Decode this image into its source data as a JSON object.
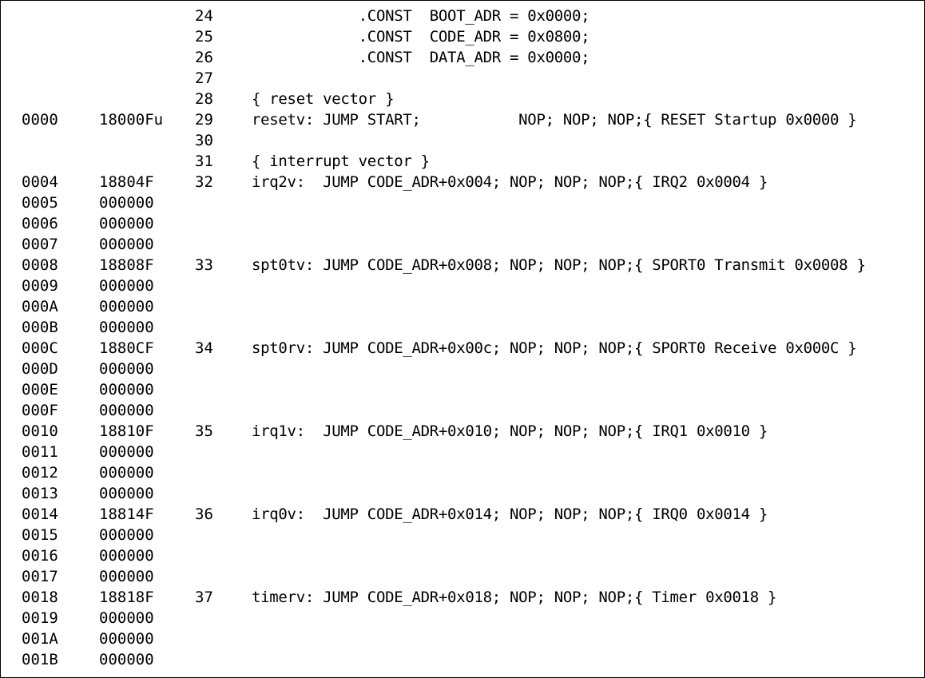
{
  "listing": {
    "rows": [
      {
        "addr": "",
        "opcode": "",
        "line": "24",
        "source": "            .CONST  BOOT_ADR = 0x0000;"
      },
      {
        "addr": "",
        "opcode": "",
        "line": "25",
        "source": "            .CONST  CODE_ADR = 0x0800;"
      },
      {
        "addr": "",
        "opcode": "",
        "line": "26",
        "source": "            .CONST  DATA_ADR = 0x0000;"
      },
      {
        "addr": "",
        "opcode": "",
        "line": "27",
        "source": ""
      },
      {
        "addr": "",
        "opcode": "",
        "line": "28",
        "source": "{ reset vector }"
      },
      {
        "addr": "0000",
        "opcode": "18000Fu",
        "line": "29",
        "source": "resetv: JUMP START;           NOP; NOP; NOP;{ RESET Startup 0x0000 }"
      },
      {
        "addr": "",
        "opcode": "",
        "line": "30",
        "source": ""
      },
      {
        "addr": "",
        "opcode": "",
        "line": "31",
        "source": "{ interrupt vector }"
      },
      {
        "addr": "0004",
        "opcode": "18804F",
        "line": "32",
        "source": "irq2v:  JUMP CODE_ADR+0x004; NOP; NOP; NOP;{ IRQ2 0x0004 }"
      },
      {
        "addr": "0005",
        "opcode": "000000",
        "line": "",
        "source": ""
      },
      {
        "addr": "0006",
        "opcode": "000000",
        "line": "",
        "source": ""
      },
      {
        "addr": "0007",
        "opcode": "000000",
        "line": "",
        "source": ""
      },
      {
        "addr": "0008",
        "opcode": "18808F",
        "line": "33",
        "source": "spt0tv: JUMP CODE_ADR+0x008; NOP; NOP; NOP;{ SPORT0 Transmit 0x0008 }"
      },
      {
        "addr": "0009",
        "opcode": "000000",
        "line": "",
        "source": ""
      },
      {
        "addr": "000A",
        "opcode": "000000",
        "line": "",
        "source": ""
      },
      {
        "addr": "000B",
        "opcode": "000000",
        "line": "",
        "source": ""
      },
      {
        "addr": "000C",
        "opcode": "1880CF",
        "line": "34",
        "source": "spt0rv: JUMP CODE_ADR+0x00c; NOP; NOP; NOP;{ SPORT0 Receive 0x000C }"
      },
      {
        "addr": "000D",
        "opcode": "000000",
        "line": "",
        "source": ""
      },
      {
        "addr": "000E",
        "opcode": "000000",
        "line": "",
        "source": ""
      },
      {
        "addr": "000F",
        "opcode": "000000",
        "line": "",
        "source": ""
      },
      {
        "addr": "0010",
        "opcode": "18810F",
        "line": "35",
        "source": "irq1v:  JUMP CODE_ADR+0x010; NOP; NOP; NOP;{ IRQ1 0x0010 }"
      },
      {
        "addr": "0011",
        "opcode": "000000",
        "line": "",
        "source": ""
      },
      {
        "addr": "0012",
        "opcode": "000000",
        "line": "",
        "source": ""
      },
      {
        "addr": "0013",
        "opcode": "000000",
        "line": "",
        "source": ""
      },
      {
        "addr": "0014",
        "opcode": "18814F",
        "line": "36",
        "source": "irq0v:  JUMP CODE_ADR+0x014; NOP; NOP; NOP;{ IRQ0 0x0014 }"
      },
      {
        "addr": "0015",
        "opcode": "000000",
        "line": "",
        "source": ""
      },
      {
        "addr": "0016",
        "opcode": "000000",
        "line": "",
        "source": ""
      },
      {
        "addr": "0017",
        "opcode": "000000",
        "line": "",
        "source": ""
      },
      {
        "addr": "0018",
        "opcode": "18818F",
        "line": "37",
        "source": "timerv: JUMP CODE_ADR+0x018; NOP; NOP; NOP;{ Timer 0x0018 }"
      },
      {
        "addr": "0019",
        "opcode": "000000",
        "line": "",
        "source": ""
      },
      {
        "addr": "001A",
        "opcode": "000000",
        "line": "",
        "source": ""
      },
      {
        "addr": "001B",
        "opcode": "000000",
        "line": "",
        "source": ""
      }
    ]
  }
}
